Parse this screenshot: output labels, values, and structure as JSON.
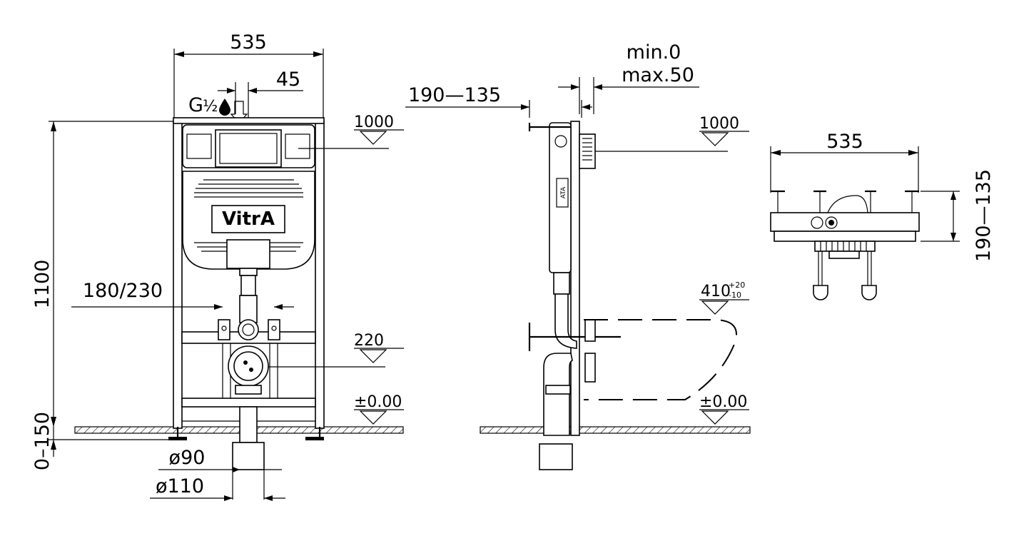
{
  "front": {
    "width": "535",
    "inlet_offset": "45",
    "inlet_thread": "G",
    "inlet_thread_frac": "½",
    "height": "1100",
    "floor_adjust": "0–150",
    "bolt_spacing": "180/230",
    "pipe_inner": "ø90",
    "pipe_outer": "ø110",
    "level_top": "1000",
    "level_mid": "220",
    "level_floor": "±0.00",
    "brand": "VitrA"
  },
  "side": {
    "wall_offset": "190—135",
    "adjust_min": "min.0",
    "adjust_max": "max.50",
    "level_top": "1000",
    "level_bowl": "410",
    "level_bowl_tol_plus": "+20",
    "level_bowl_tol_minus": "-10",
    "level_floor": "±0.00",
    "frame_label": "ATA"
  },
  "top": {
    "width": "535",
    "depth": "190—135"
  }
}
